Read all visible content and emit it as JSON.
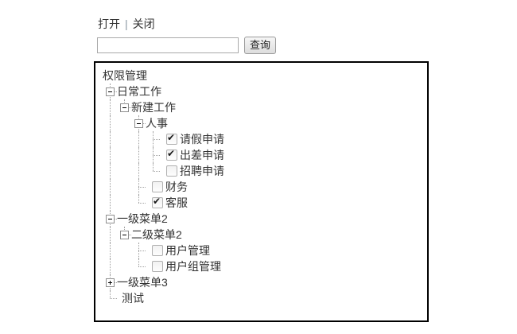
{
  "toolbar": {
    "open_label": "打开",
    "separator": "|",
    "close_label": "关闭",
    "search_value": "",
    "query_label": "查询"
  },
  "colors": {
    "tree_border": "#000000",
    "text": "#333333",
    "guide_line": "#a0a0a0"
  },
  "tree": {
    "nodes": [
      {
        "label": "权限管理",
        "cells": [],
        "checkbox": null
      },
      {
        "label": "日常工作",
        "cells": [
          "minus-full"
        ],
        "checkbox": null
      },
      {
        "label": "新建工作",
        "cells": [
          "guide",
          "minus-top"
        ],
        "checkbox": null
      },
      {
        "label": "人事",
        "cells": [
          "guide",
          "empty",
          "minus-full"
        ],
        "checkbox": null
      },
      {
        "label": "请假申请",
        "cells": [
          "guide",
          "empty",
          "guide",
          "tee"
        ],
        "checkbox": "checked"
      },
      {
        "label": "出差申请",
        "cells": [
          "guide",
          "empty",
          "guide",
          "tee"
        ],
        "checkbox": "checked"
      },
      {
        "label": "招聘申请",
        "cells": [
          "guide",
          "empty",
          "guide",
          "elbow"
        ],
        "checkbox": "unchecked"
      },
      {
        "label": "财务",
        "cells": [
          "guide",
          "empty",
          "tee"
        ],
        "checkbox": "unchecked"
      },
      {
        "label": "客服",
        "cells": [
          "guide",
          "empty",
          "elbow"
        ],
        "checkbox": "checked"
      },
      {
        "label": "一级菜单2",
        "cells": [
          "minus-full"
        ],
        "checkbox": null
      },
      {
        "label": "二级菜单2",
        "cells": [
          "guide",
          "minus-top"
        ],
        "checkbox": null
      },
      {
        "label": "用户管理",
        "cells": [
          "guide",
          "empty",
          "tee"
        ],
        "checkbox": "unchecked"
      },
      {
        "label": "用户组管理",
        "cells": [
          "guide",
          "empty",
          "elbow"
        ],
        "checkbox": "unchecked"
      },
      {
        "label": "一级菜单3",
        "cells": [
          "plus-full"
        ],
        "checkbox": null
      },
      {
        "label": "测试",
        "cells": [
          "elbow"
        ],
        "checkbox": null
      }
    ]
  }
}
